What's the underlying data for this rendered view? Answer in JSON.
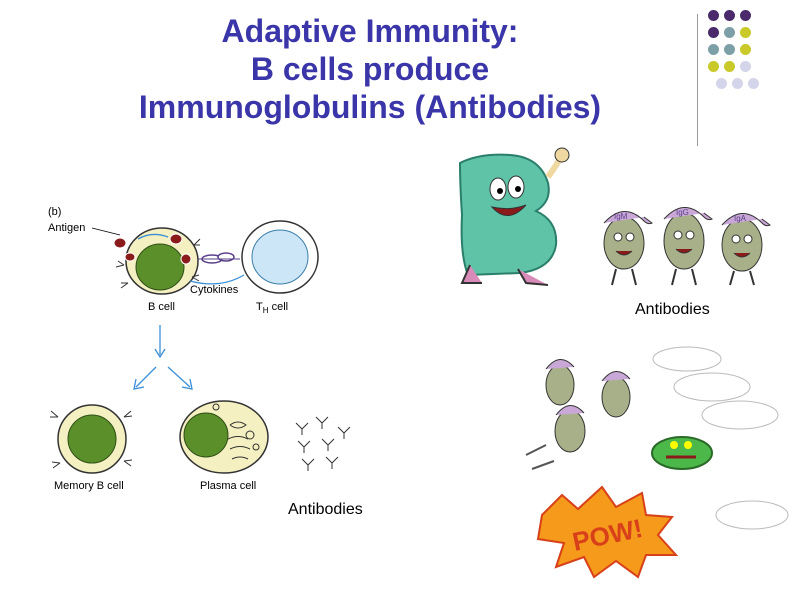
{
  "slide": {
    "title_lines": [
      "Adaptive Immunity:",
      "B cells produce",
      "Immunoglobulins (Antibodies)"
    ]
  },
  "diagram": {
    "panel_label": "(b)",
    "antigen_label": "Antigen",
    "cytokines_label": "Cytokines",
    "b_cell_label": "B cell",
    "th_cell_label_main": "T",
    "th_cell_label_sub": "H",
    "th_cell_label_suffix": " cell",
    "memory_cell_label": "Memory B cell",
    "plasma_cell_label": "Plasma cell"
  },
  "captions": {
    "antibodies_left": "Antibodies",
    "antibodies_right": "Antibodies"
  },
  "cartoons": {
    "hat_labels": [
      "IgM",
      "IgG",
      "IgA"
    ],
    "pow_text": "POW!",
    "letter": "B"
  },
  "colors": {
    "title": "#3a35a8",
    "cell_nucleus": "#5b8f2a",
    "cell_body": "#f4f0c2",
    "th_cell": "#cde6f7",
    "arrow": "#3a8fd6",
    "dot_purple": "#4a2a6a",
    "dot_teal": "#7da0a8",
    "dot_yellow": "#c9c92a",
    "dot_lavender": "#d4d4ea"
  }
}
